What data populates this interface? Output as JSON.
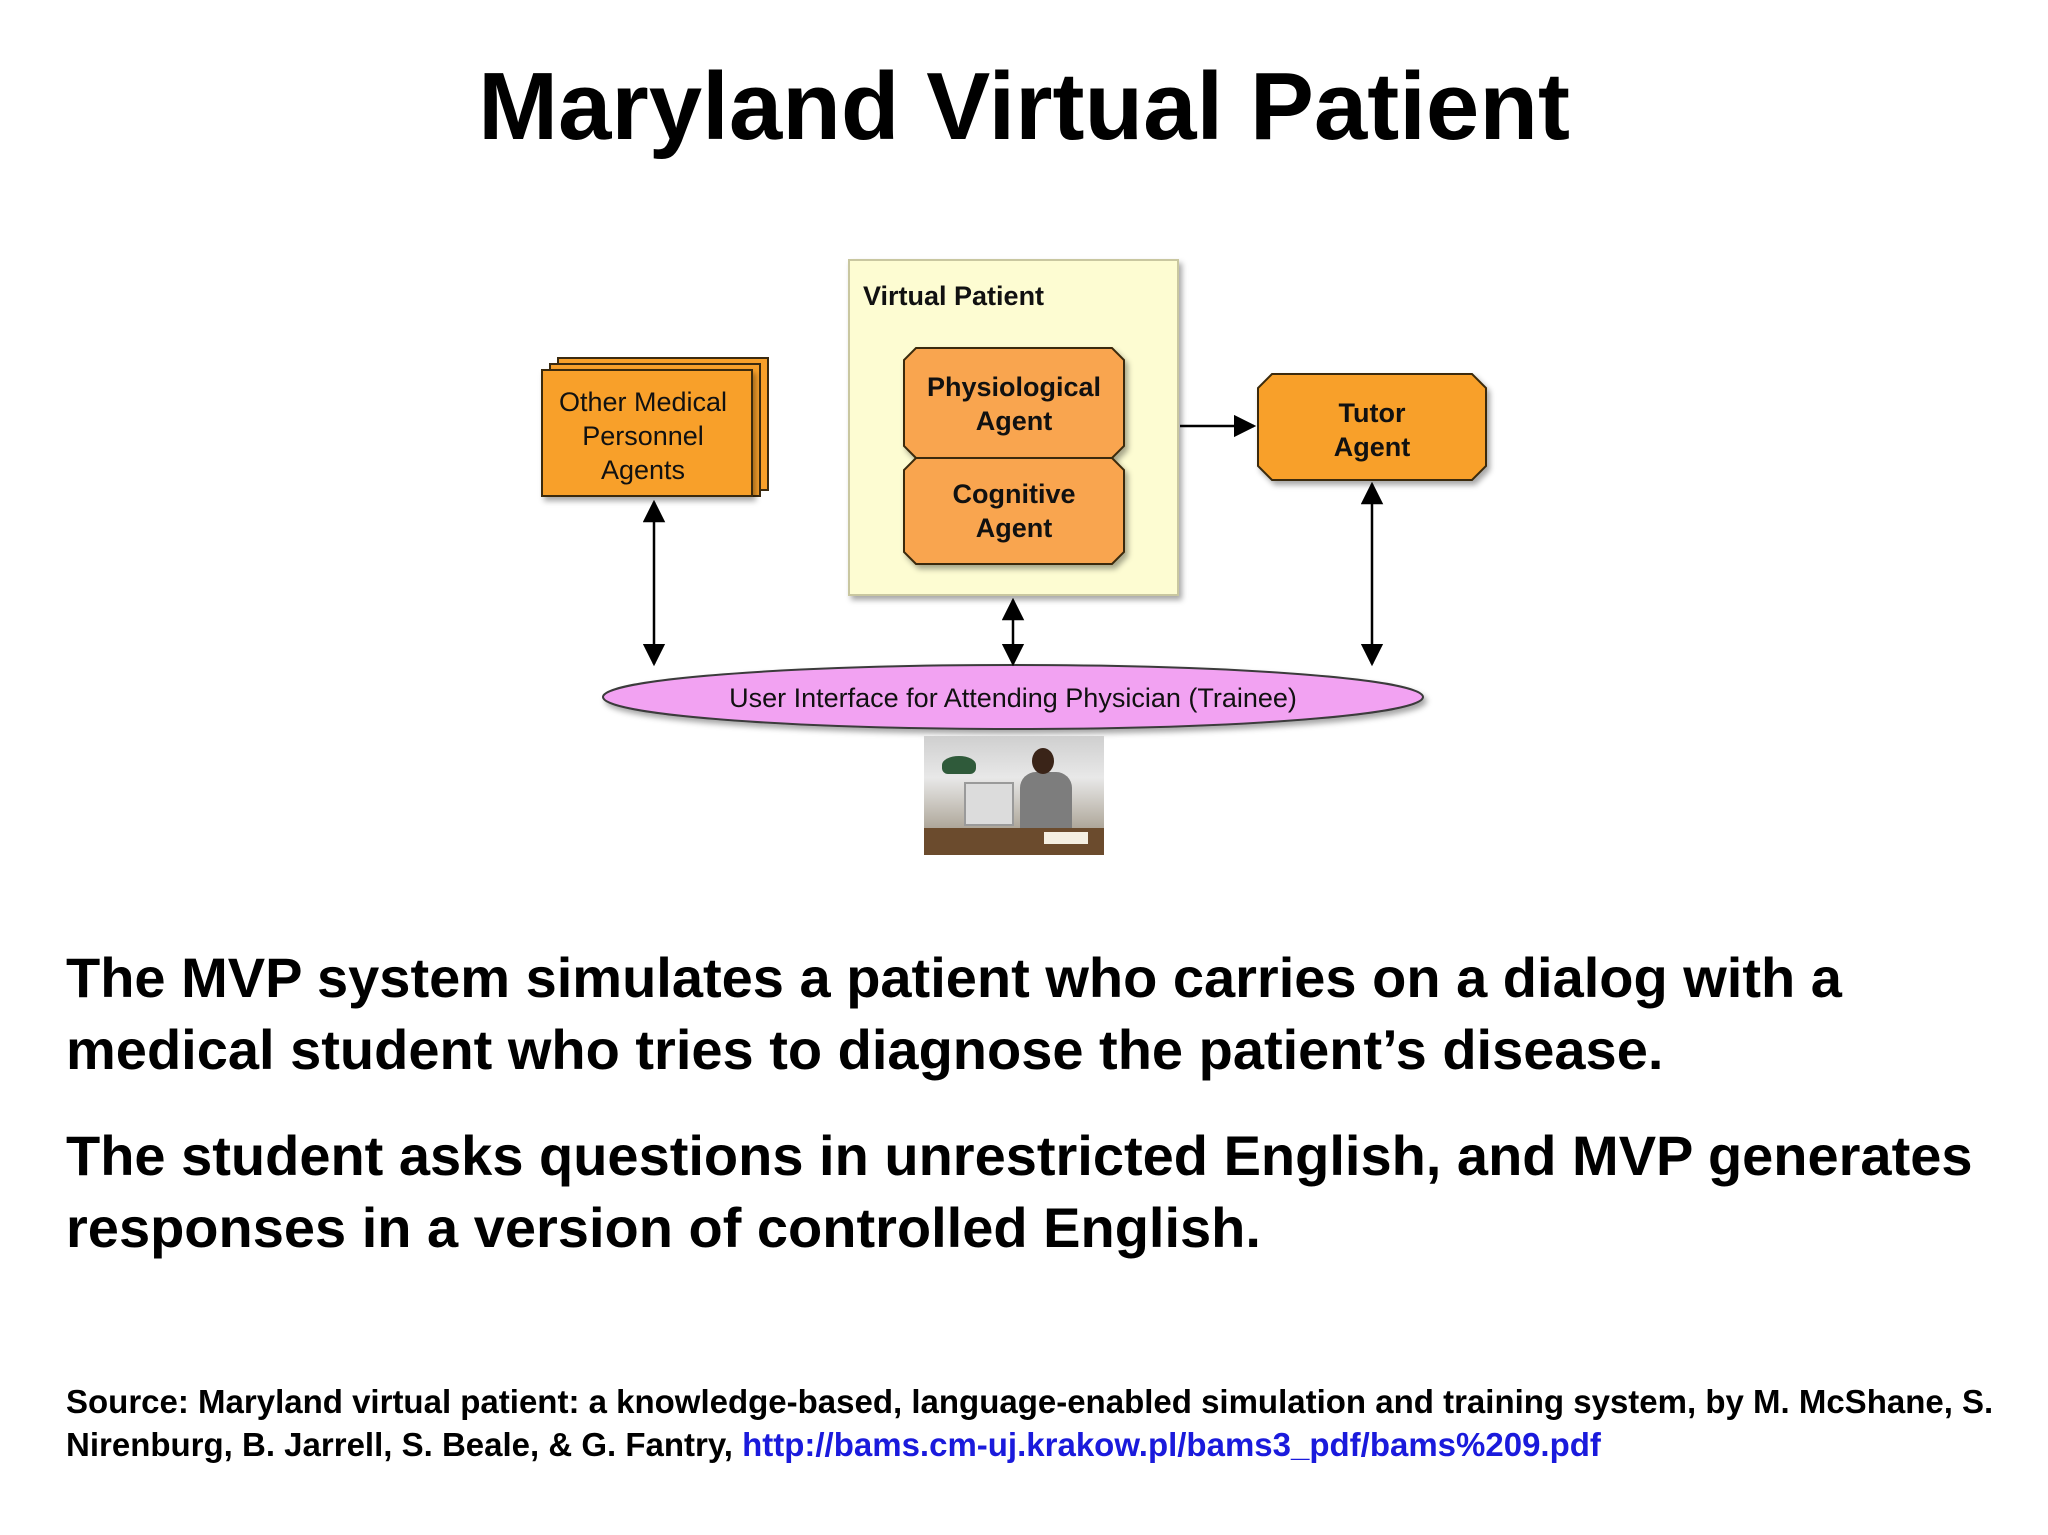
{
  "slide": {
    "title": "Maryland Virtual Patient",
    "paragraph1": "The MVP system simulates a patient who carries on a dialog with a medical student who tries to diagnose the patient’s disease.",
    "paragraph2": "The student asks questions in unrestricted English, and MVP generates responses in a version of controlled English.",
    "source_text": "Source: Maryland virtual patient: a knowledge-based, language-enabled simulation and training system, by M. McShane, S. Nirenburg, B. Jarrell, S. Beale, & G. Fantry, ",
    "source_link": "http://bams.cm-uj.krakow.pl/bams3_pdf/bams%209.pdf"
  },
  "diagram": {
    "virtual_patient_label": "Virtual Patient",
    "physiological_agent": [
      "Physiological",
      "Agent"
    ],
    "cognitive_agent": [
      "Cognitive",
      "Agent"
    ],
    "other_medical": [
      "Other Medical",
      "Personnel",
      "Agents"
    ],
    "tutor_agent": [
      "Tutor",
      "Agent"
    ],
    "user_interface": "User Interface for Attending Physician (Trainee)"
  },
  "colors": {
    "agent_fill": "#F8A02A",
    "agent_light_fill": "#F9A550",
    "virtual_patient_fill": "#FDFCD2",
    "ui_ellipse_fill": "#F2A2F2",
    "link": "#1A1ADC"
  },
  "icons": {
    "trainee_photo": "person-at-desk-photo"
  }
}
